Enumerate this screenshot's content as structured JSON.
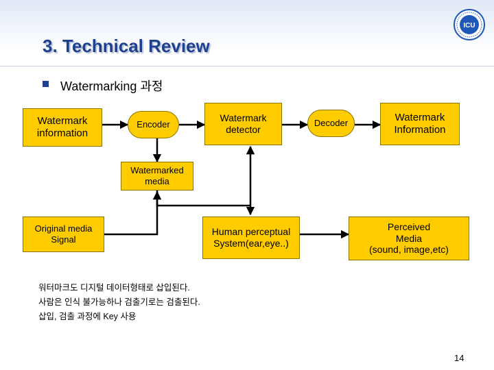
{
  "slide": {
    "title": "3. Technical Review",
    "subtitle": "Watermarking 과정",
    "logo_text": "ICU",
    "page_number": "14"
  },
  "diagram": {
    "boxes": {
      "watermark_information_in": "Watermark\ninformation",
      "encoder": "Encoder",
      "watermark_detector": "Watermark\ndetector",
      "decoder": "Decoder",
      "watermark_information_out": "Watermark\nInformation",
      "watermarked_media": "Watermarked\nmedia",
      "original_media_signal": "Original media\nSignal",
      "human_perceptual_system": "Human perceptual\nSystem(ear,eye..)",
      "perceived_media": "Perceived\nMedia\n(sound, image,etc)"
    }
  },
  "notes": [
    "워터마크도 디지털 데이터형태로 삽입된다.",
    "사람은 인식 불가능하나 검출기로는 검출된다.",
    "삽입, 검출 과정에 Key 사용"
  ],
  "colors": {
    "box_fill": "#ffcc00",
    "title": "#1f3f8f",
    "logo": "#1f58b8"
  }
}
